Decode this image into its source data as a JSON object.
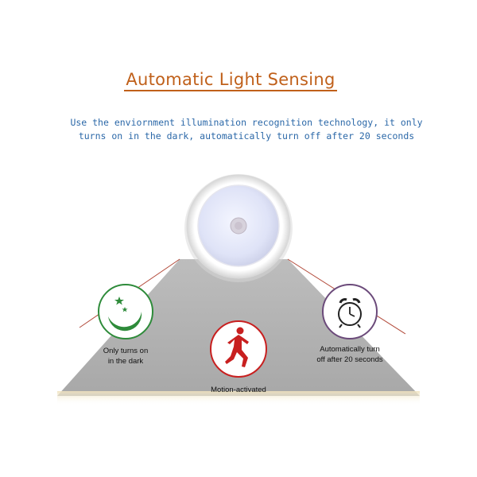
{
  "colors": {
    "title": "#c0601a",
    "subtitle": "#2b68a8",
    "floor": "#b5b5b5",
    "floor_glow": "#f5e8c4",
    "moon_green": "#2e8b3a",
    "runner_red": "#c81f1f",
    "clock_purple": "#6b4a7a",
    "pyramid_red_line": "#b24a3a"
  },
  "title": "Automatic Light Sensing",
  "subtitle": {
    "line1": "Use the enviornment illumination recognition technology, it only",
    "line2": "turns on in the dark, automatically turn off after 20 seconds"
  },
  "features": {
    "dark": {
      "icon": "moon-stars-icon",
      "line1": "Only turns on",
      "line2": "in the dark"
    },
    "motion": {
      "icon": "running-person-icon",
      "label": "Motion-activated"
    },
    "timer": {
      "icon": "alarm-clock-icon",
      "line1": "Automatically turn",
      "line2": "off after 20 seconds"
    }
  },
  "product": {
    "icon": "motion-sensor-night-light"
  }
}
